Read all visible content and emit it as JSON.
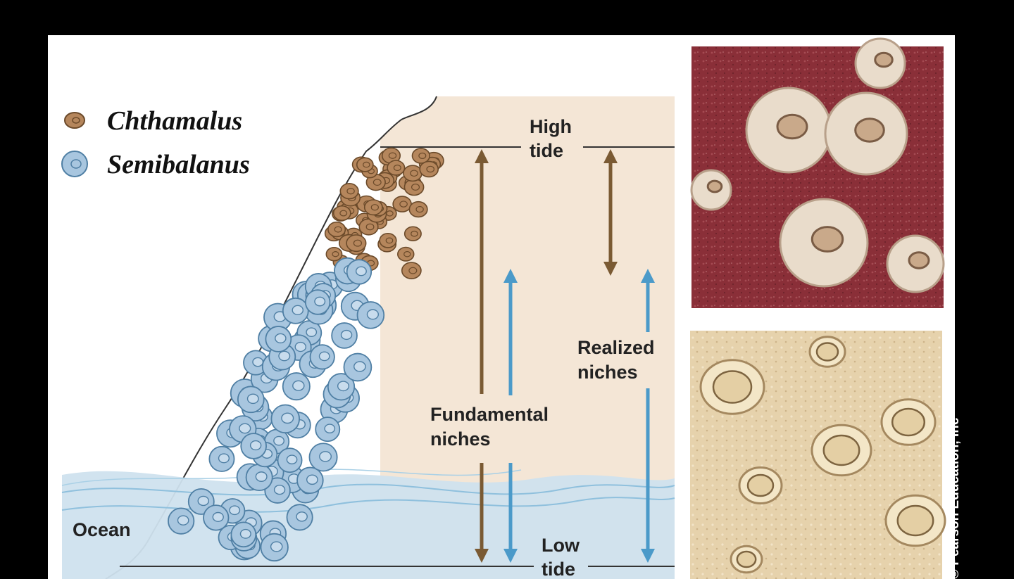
{
  "legend": {
    "species_1": "Chthamalus",
    "species_2": "Semibalanus"
  },
  "labels": {
    "high_tide": [
      "High",
      "tide"
    ],
    "low_tide": [
      "Low",
      "tide"
    ],
    "fundamental": [
      "Fundamental",
      "niches"
    ],
    "realized": [
      "Realized",
      "niches"
    ],
    "ocean": "Ocean"
  },
  "credit": "© Pearson Education, Inc",
  "colors": {
    "chthamalus": "#b5865c",
    "semibalanus": "#a8c6df",
    "brown_arrow": "#7a5a33",
    "blue_arrow": "#4b9ac9",
    "zone_bg": "#f4e6d6",
    "water": "#d4e2ea"
  },
  "photos": {
    "top": "chthamalus-photo",
    "bottom": "semibalanus-photo"
  }
}
